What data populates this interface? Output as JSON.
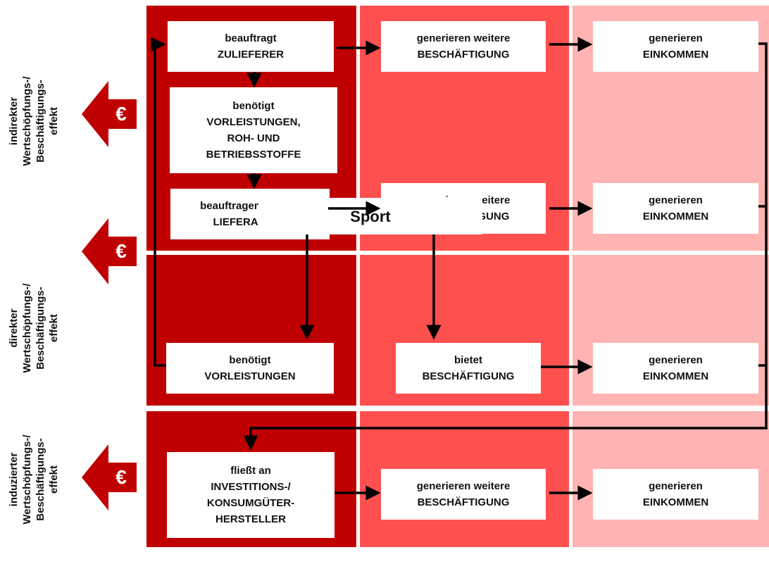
{
  "colors": {
    "dark_red": "#c00000",
    "mid_red": "#ff5050",
    "light_red": "#ffb3b3",
    "arrow": "#000000",
    "box_fill": "#ffffff"
  },
  "rows": {
    "indirect": {
      "label": "indirekter\nWertschöpfungs-/\nBeschäftigungs-\neffekt",
      "icon": "euro-arrow-icon",
      "currency": "€"
    },
    "direct": {
      "label": "direkter\nWertschöpfungs-/\nBeschäftigungs-\neffekt",
      "icon": "euro-arrow-icon",
      "currency": "€"
    },
    "induced": {
      "label": "induzierter\nWertschöpfungs-/\nBeschäftigungs-\neffekt",
      "icon": "euro-arrow-icon",
      "currency": "€"
    }
  },
  "boxes": {
    "zulieferer": "beauftragt\nZULIEFERER",
    "vorleistungen_roh": "benötigt\nVORLEISTUNGEN,\nROH- UND\nBETRIEBSSTOFFE",
    "lieferanten": "beauftragen weitere\nLIEFERANTEN",
    "beschaeftigung_1": "generieren weitere\nBESCHÄFTIGUNG",
    "einkommen_1": "generieren\nEINKOMMEN",
    "beschaeftigung_2": "generieren weitere\nBESCHÄFTIGUNG",
    "einkommen_2": "generieren\nEINKOMMEN",
    "sport": "Sport",
    "vorleistungen": "benötigt\nVORLEISTUNGEN",
    "bietet_beschaeftigung": "bietet\nBESCHÄFTIGUNG",
    "einkommen_3": "generieren\nEINKOMMEN",
    "investitions": "fließt an\nINVESTITIONS-/\nKONSUMGÜTER-\nHERSTELLER",
    "beschaeftigung_3": "generieren weitere\nBESCHÄFTIGUNG",
    "einkommen_4": "generieren\nEINKOMMEN"
  }
}
